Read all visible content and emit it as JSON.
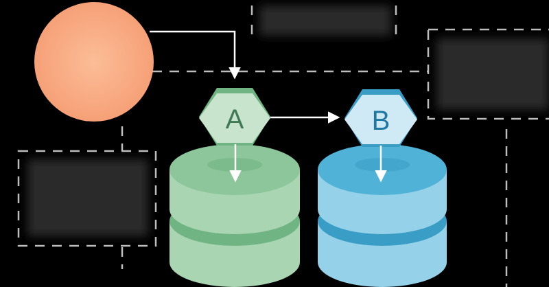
{
  "diagram": {
    "nodes": [
      {
        "id": "source",
        "kind": "circle",
        "label": ""
      },
      {
        "id": "node-a",
        "kind": "hexagon",
        "label": "A"
      },
      {
        "id": "node-b",
        "kind": "hexagon",
        "label": "B"
      }
    ],
    "databases": [
      {
        "id": "database-a",
        "attached_to": "node-a"
      },
      {
        "id": "database-b",
        "attached_to": "node-b"
      }
    ],
    "edges": [
      {
        "from": "source",
        "to": "node-a"
      },
      {
        "from": "node-a",
        "to": "node-b"
      },
      {
        "from": "node-a",
        "to": "database-a"
      },
      {
        "from": "node-b",
        "to": "database-b"
      }
    ],
    "placeholders": [
      {
        "id": "placeholder-top-center",
        "content": ""
      },
      {
        "id": "placeholder-top-right",
        "content": ""
      },
      {
        "id": "placeholder-left",
        "content": ""
      }
    ]
  },
  "colors": {
    "background": "#000000",
    "source_circle": "#f8ab82",
    "green_top": "#8cc69a",
    "green_side": "#a9d5b2",
    "green_dark": "#6fb482",
    "green_hex": "#c9e4cc",
    "green_text": "#3f7a55",
    "blue_top": "#4fb2d6",
    "blue_side": "#95d1e8",
    "blue_dark": "#3a9dc6",
    "blue_hex": "#cfeaf5",
    "blue_text": "#1f77a2",
    "dash": "#bdbdbd",
    "arrow": "#ffffff",
    "placeholder_fill": "#2a2a2a"
  }
}
